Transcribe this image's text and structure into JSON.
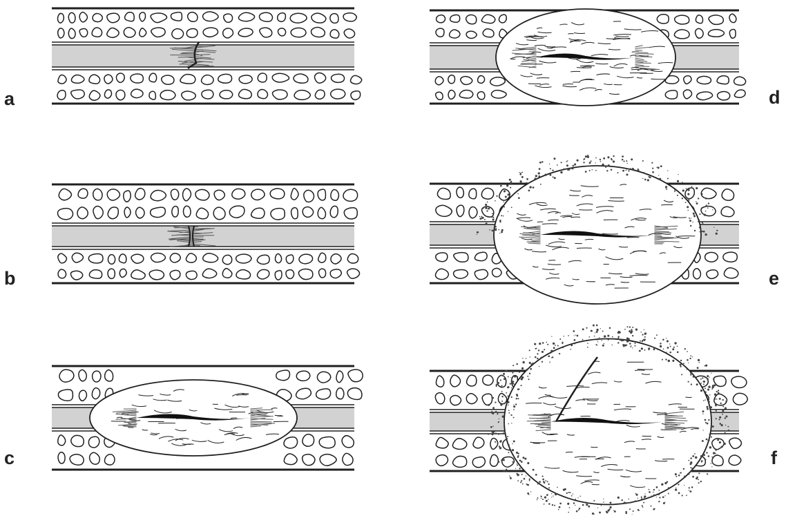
{
  "panels": [
    {
      "id": "a",
      "label": "a",
      "stage": "fracture"
    },
    {
      "id": "b",
      "label": "b",
      "stage": "pinched"
    },
    {
      "id": "c",
      "label": "c",
      "stage": "gap"
    },
    {
      "id": "d",
      "label": "d",
      "stage": "callus"
    },
    {
      "id": "e",
      "label": "e",
      "stage": "callus-large"
    },
    {
      "id": "f",
      "label": "f",
      "stage": "callus-xl"
    }
  ],
  "colors": {
    "ink": "#1f1f1f",
    "core": "#d2d2d2",
    "background": "#ffffff"
  }
}
